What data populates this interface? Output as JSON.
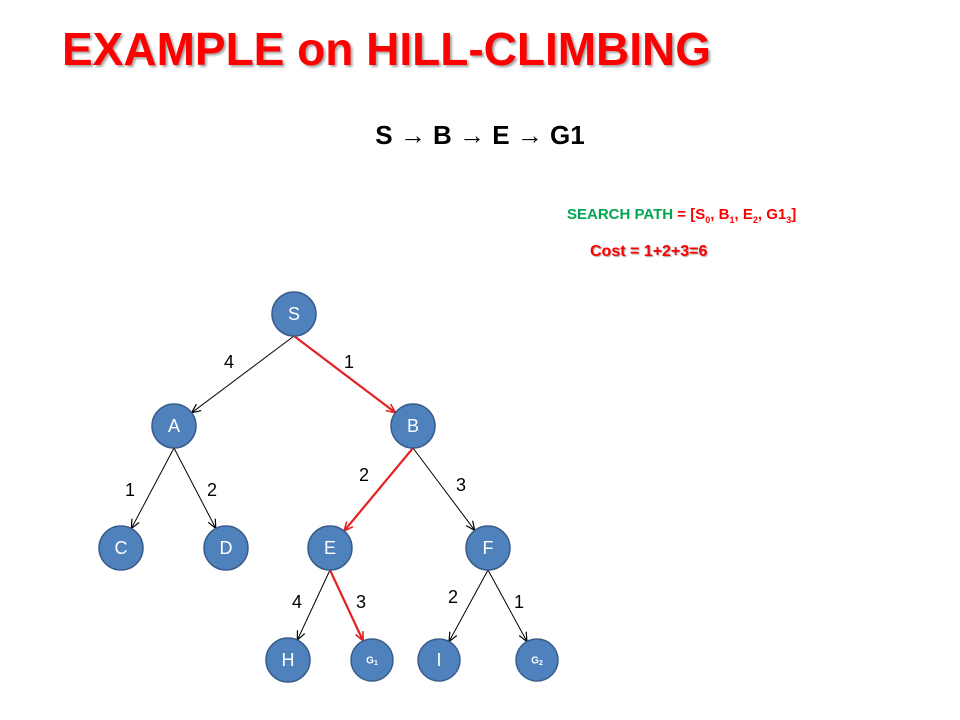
{
  "title": "EXAMPLE on HILL-CLIMBING",
  "path_heading": "S → B → E → G1",
  "search_path": {
    "label": "SEARCH PATH",
    "equals": "= [",
    "items": [
      {
        "name": "S",
        "sub": "0"
      },
      {
        "name": "B",
        "sub": "1"
      },
      {
        "name": "E",
        "sub": "2"
      },
      {
        "name": "G1",
        "sub": "3"
      }
    ],
    "close": "]"
  },
  "cost": "Cost = 1+2+3=6",
  "colors": {
    "title": "#ff0000",
    "search_label": "#00a651",
    "search_value": "#ff0000",
    "cost": "#ff0000",
    "node_fill": "#4f81bd",
    "node_stroke": "#385d8a",
    "edge": "#000000",
    "highlight_edge": "#e52020"
  },
  "tree": {
    "nodes": [
      {
        "id": "S",
        "label": "S"
      },
      {
        "id": "A",
        "label": "A"
      },
      {
        "id": "B",
        "label": "B"
      },
      {
        "id": "C",
        "label": "C"
      },
      {
        "id": "D",
        "label": "D"
      },
      {
        "id": "E",
        "label": "E"
      },
      {
        "id": "F",
        "label": "F"
      },
      {
        "id": "H",
        "label": "H"
      },
      {
        "id": "G1",
        "label": "G",
        "sub": "1"
      },
      {
        "id": "I",
        "label": "I"
      },
      {
        "id": "G2",
        "label": "G",
        "sub": "2"
      }
    ],
    "edges": [
      {
        "from": "S",
        "to": "A",
        "weight": "4",
        "highlighted": false
      },
      {
        "from": "S",
        "to": "B",
        "weight": "1",
        "highlighted": true
      },
      {
        "from": "A",
        "to": "C",
        "weight": "1",
        "highlighted": false
      },
      {
        "from": "A",
        "to": "D",
        "weight": "2",
        "highlighted": false
      },
      {
        "from": "B",
        "to": "E",
        "weight": "2",
        "highlighted": true
      },
      {
        "from": "B",
        "to": "F",
        "weight": "3",
        "highlighted": false
      },
      {
        "from": "E",
        "to": "H",
        "weight": "4",
        "highlighted": false
      },
      {
        "from": "E",
        "to": "G1",
        "weight": "3",
        "highlighted": true
      },
      {
        "from": "F",
        "to": "I",
        "weight": "2",
        "highlighted": false
      },
      {
        "from": "F",
        "to": "G2",
        "weight": "1",
        "highlighted": false
      }
    ]
  }
}
